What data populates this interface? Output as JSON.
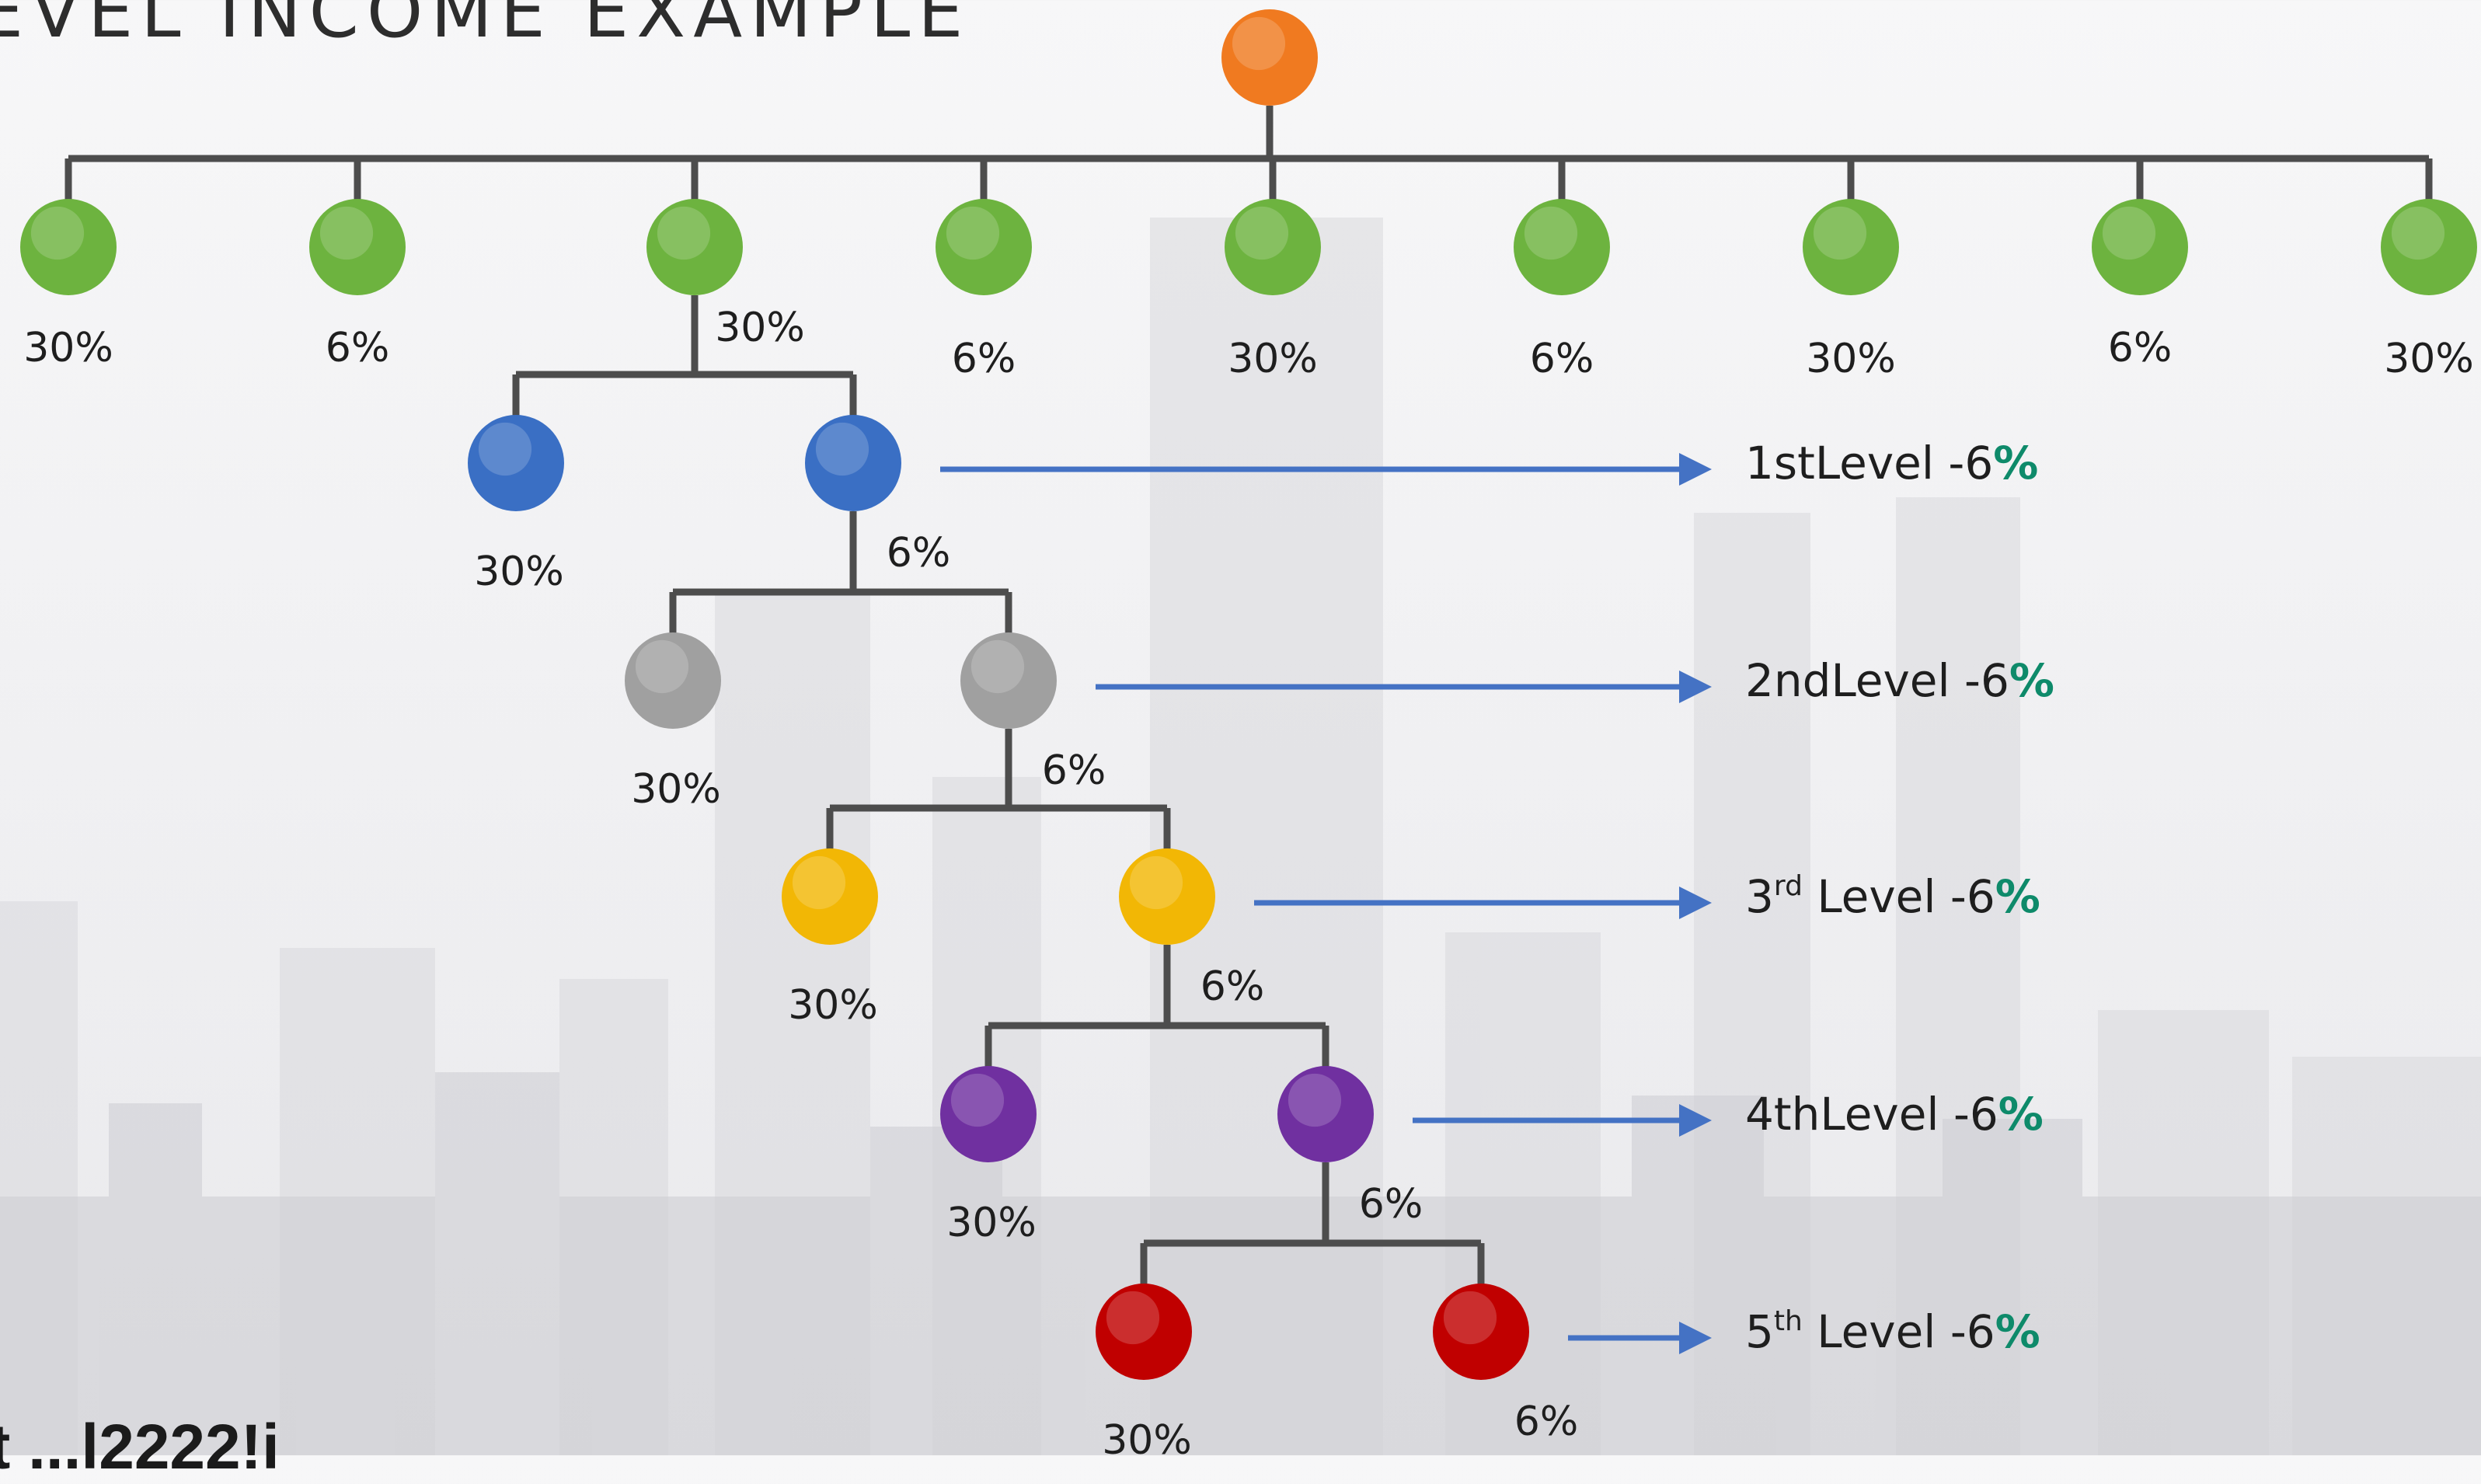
{
  "title": "EVEL INCOME EXAMPLE",
  "footer_text": "t ...l2222!i",
  "colors": {
    "root": "#f07a20",
    "level0": "#6db33f",
    "level1": "#3a6fc4",
    "level2": "#a0a0a0",
    "level3": "#f2b705",
    "level4": "#7030a0",
    "level5": "#c00000",
    "connector": "#4d4d4d",
    "arrow": "#4472c4",
    "level_percent": "#0e8a6a"
  },
  "top_row_percents": [
    "30%",
    "6%",
    "30%",
    "6%",
    "30%",
    "6%",
    "30%",
    "6%",
    "30%"
  ],
  "chain_percents": [
    {
      "left": "30%",
      "right": "6%"
    },
    {
      "left": "30%",
      "right": "6%"
    },
    {
      "left": "30%",
      "right": "6%"
    },
    {
      "left": "30%",
      "right": "6%"
    },
    {
      "left": "30%",
      "right": "6%"
    }
  ],
  "levels": [
    {
      "num": "1",
      "sup": "st",
      "word": "Level -6",
      "pct": "%"
    },
    {
      "num": "2",
      "sup": "nd",
      "word": "Level -6",
      "pct": "%"
    },
    {
      "num": "3",
      "sup": "rd",
      "word": " Level -6",
      "pct": "%"
    },
    {
      "num": "4",
      "sup": "th",
      "word": "Level -6",
      "pct": "%"
    },
    {
      "num": "5",
      "sup": "th",
      "word": " Level -6",
      "pct": "%"
    }
  ]
}
